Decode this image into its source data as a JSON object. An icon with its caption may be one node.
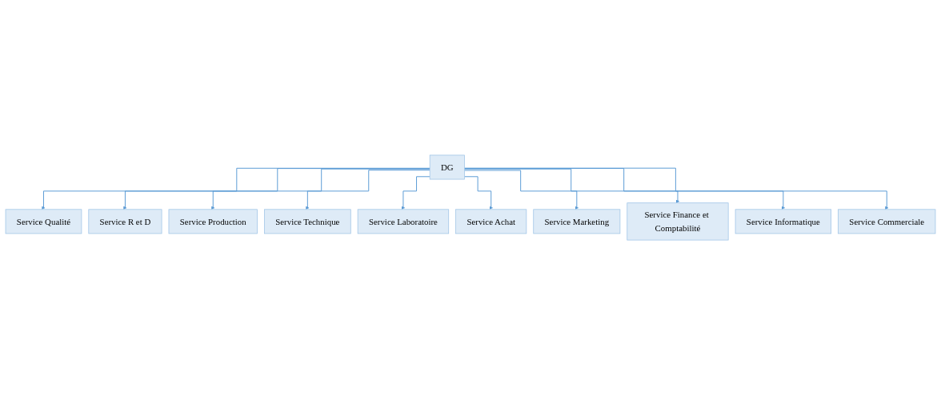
{
  "diagram": {
    "nodes": [
      {
        "text": [
          "DG"
        ]
      },
      {
        "text": [
          "Service Qualité"
        ]
      },
      {
        "text": [
          "Service R et D"
        ]
      },
      {
        "text": [
          "Service Production"
        ]
      },
      {
        "text": [
          "Service Technique"
        ]
      },
      {
        "text": [
          "Service Laboratoire"
        ]
      },
      {
        "text": [
          "Service Achat"
        ]
      },
      {
        "text": [
          "Service Marketing"
        ]
      },
      {
        "text": [
          "Service Finance et Comptabilité"
        ]
      },
      {
        "text": [
          "Service Informatique"
        ]
      },
      {
        "text": [
          "Service Commerciale"
        ]
      }
    ],
    "edges": [
      {
        "from": 0,
        "to": 1,
        "arrow": "to"
      },
      {
        "from": 0,
        "to": 2,
        "arrow": "to"
      },
      {
        "from": 0,
        "to": 3,
        "arrow": "to"
      },
      {
        "from": 0,
        "to": 4,
        "arrow": "to"
      },
      {
        "from": 0,
        "to": 5,
        "arrow": "to"
      },
      {
        "from": 0,
        "to": 6,
        "arrow": "to"
      },
      {
        "from": 0,
        "to": 7,
        "arrow": "to"
      },
      {
        "from": 0,
        "to": 8,
        "arrow": "to"
      },
      {
        "from": 0,
        "to": 9,
        "arrow": "to"
      },
      {
        "from": 0,
        "to": 10,
        "arrow": "to"
      }
    ]
  }
}
